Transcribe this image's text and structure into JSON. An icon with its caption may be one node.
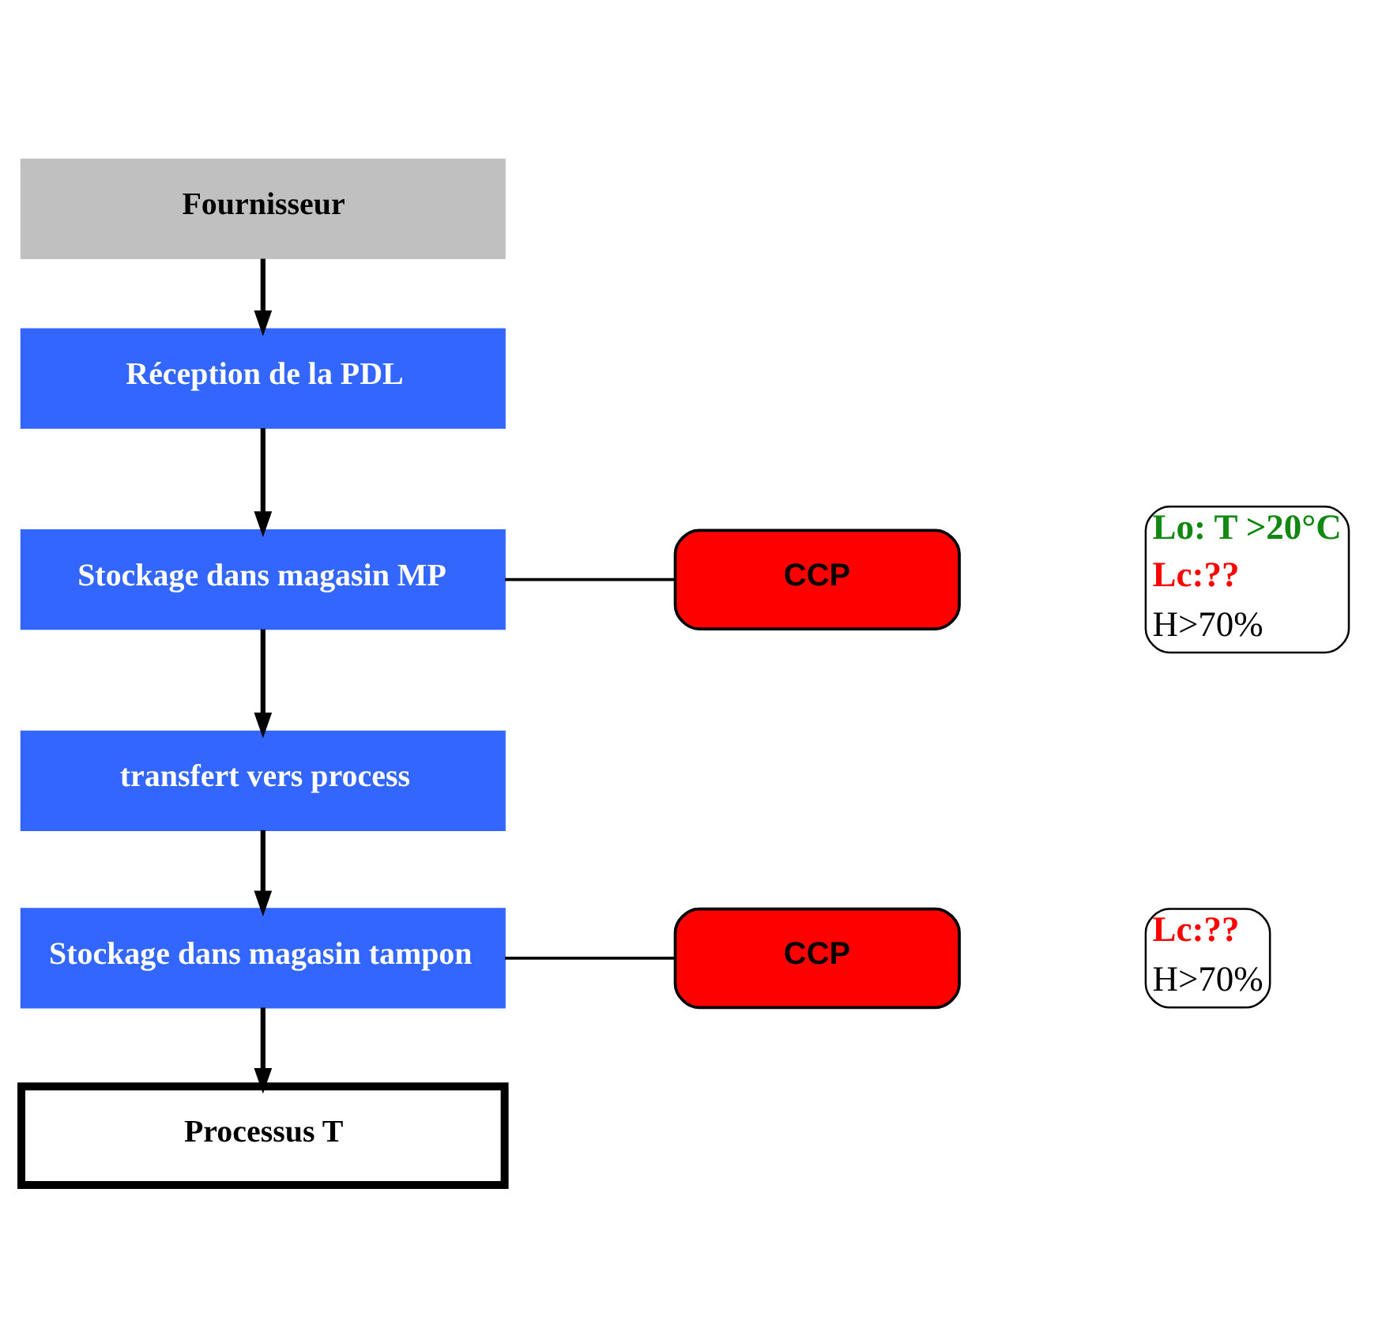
{
  "diagram": {
    "nodes": [
      {
        "text": [
          "Fournisseur"
        ]
      },
      {
        "text": [
          "Réception de la PDL"
        ]
      },
      {
        "text": [
          "Stockage dans magasin MP"
        ]
      },
      {
        "text": [
          "transfert vers process"
        ]
      },
      {
        "text": [
          "Stockage dans magasin tampon"
        ]
      },
      {
        "text": [
          "Processus T"
        ]
      },
      {
        "text": [
          "CCP"
        ],
        "beside": [
          "Lo: T >20°C",
          "Lc:??",
          "H>70%"
        ]
      },
      {
        "text": [
          "CCP"
        ],
        "beside": [
          "Lc:??",
          "H>70%"
        ]
      }
    ],
    "edges": [
      {
        "from": 0,
        "to": 1,
        "arrow": "to"
      },
      {
        "from": 1,
        "to": 2,
        "arrow": "to"
      },
      {
        "from": 2,
        "to": 3,
        "arrow": "to"
      },
      {
        "from": 3,
        "to": 4,
        "arrow": "to"
      },
      {
        "from": 4,
        "to": 5,
        "arrow": "to"
      },
      {
        "from": 2,
        "to": 6,
        "arrow": "none"
      },
      {
        "from": 4,
        "to": 7,
        "arrow": "none"
      }
    ]
  }
}
